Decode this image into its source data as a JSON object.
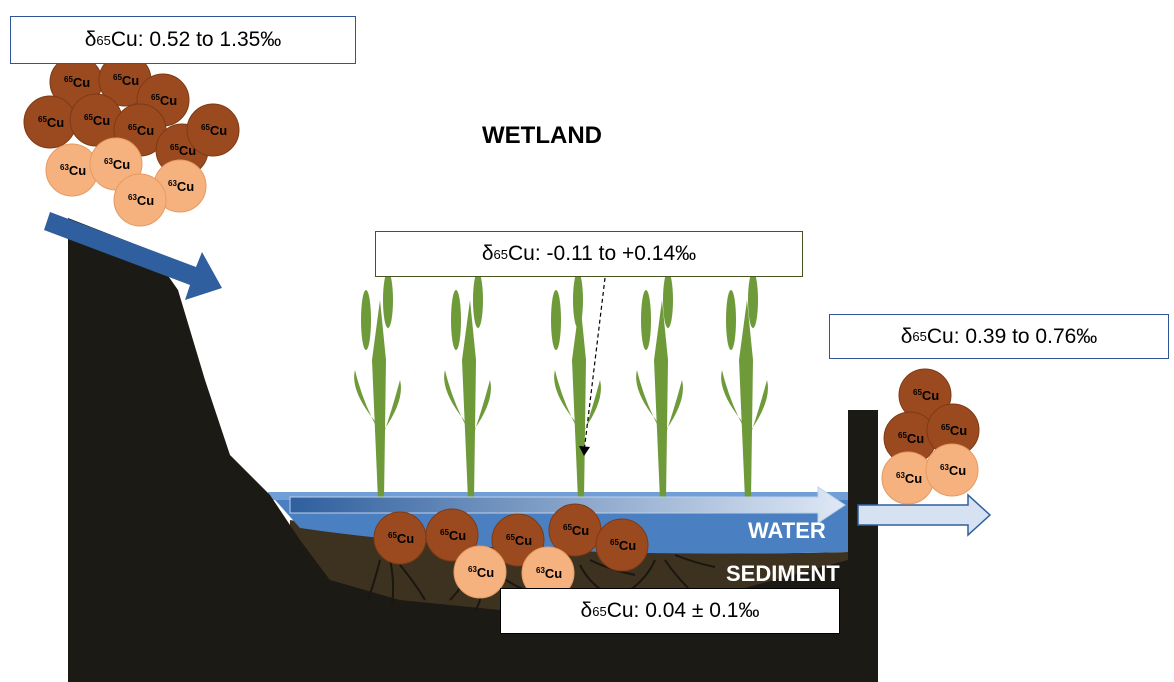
{
  "title": "WETLAND",
  "labels": {
    "water": "WATER",
    "sediment": "SEDIMENT"
  },
  "boxes": {
    "inflow": {
      "delta": "δ",
      "sup": "65",
      "text": "Cu: 0.52 to 1.35‰"
    },
    "plants": {
      "delta": "δ",
      "sup": "65",
      "text": "Cu: -0.11 to +0.14‰"
    },
    "outflow": {
      "delta": "δ",
      "sup": "65",
      "text": "Cu: 0.39 to 0.76‰"
    },
    "sediment": {
      "delta": "δ",
      "sup": "65",
      "text": "Cu: 0.04 ± 0.1‰"
    }
  },
  "isotopes": {
    "heavy": "65",
    "light": "63",
    "element": "Cu"
  },
  "colors": {
    "heavy_isotope": "#9b4a1f",
    "light_isotope": "#f5b27f",
    "land": "#1c1a15",
    "water": "#4a7fc1",
    "arrow": "#2f5f9e",
    "plant": "#6e9a3a"
  }
}
